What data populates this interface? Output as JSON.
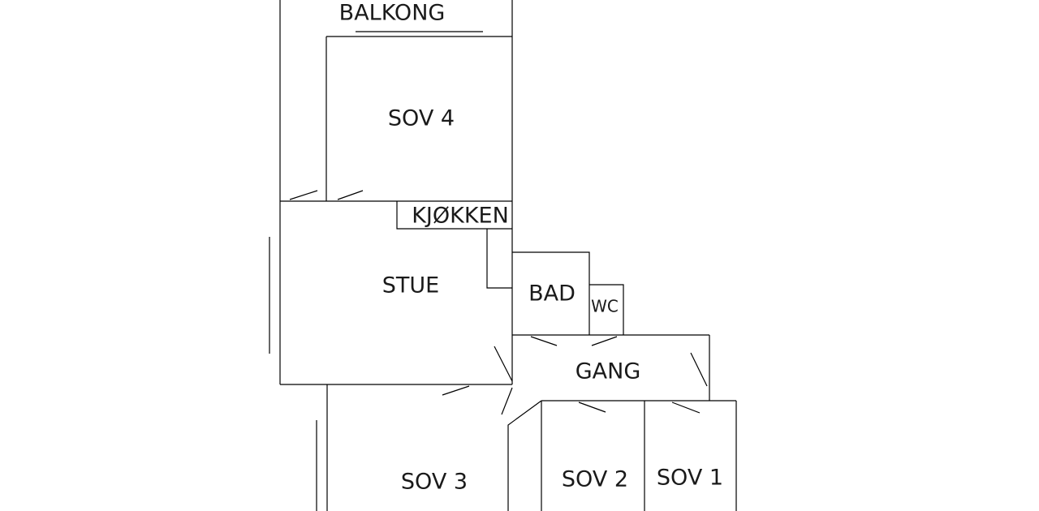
{
  "plan": {
    "line_color": "#000000",
    "background": "#ffffff",
    "rooms": {
      "balkong": "BALKONG",
      "sov4": "SOV 4",
      "kjokken": "KJØKKEN",
      "stue": "STUE",
      "bad": "BAD",
      "wc": "WC",
      "gang": "GANG",
      "sov3": "SOV 3",
      "sov2": "SOV 2",
      "sov1": "SOV 1"
    }
  }
}
